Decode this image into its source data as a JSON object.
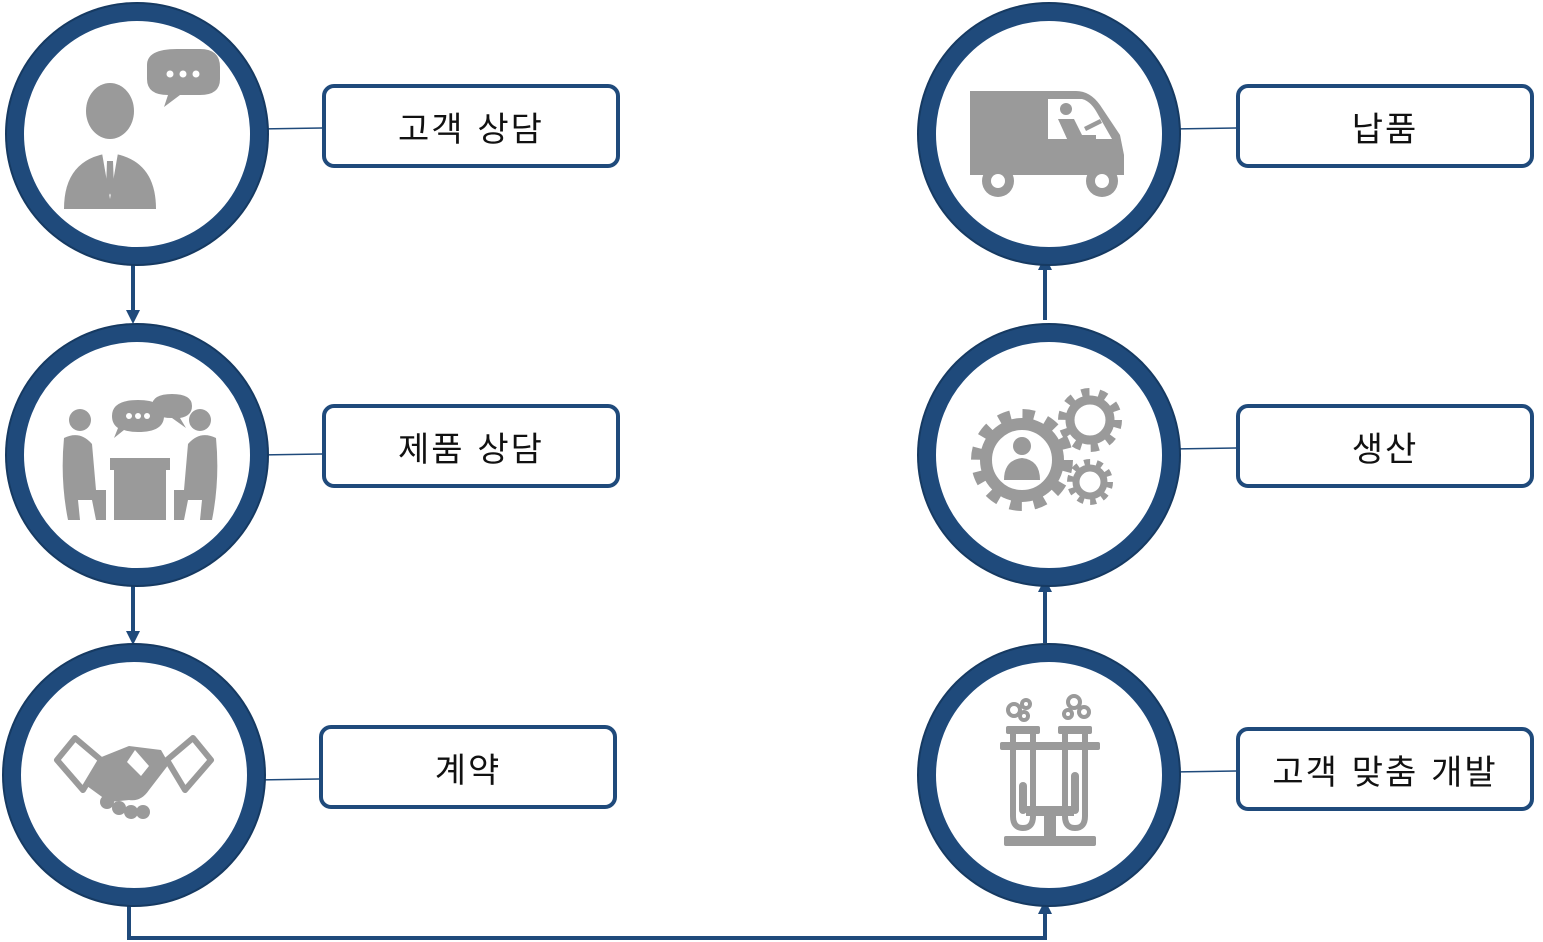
{
  "colors": {
    "accent": "#1f4a7b",
    "icon": "#9a9a9a"
  },
  "steps": [
    {
      "label": "고객 상담",
      "icon": "consultant-icon"
    },
    {
      "label": "제품 상담",
      "icon": "meeting-icon"
    },
    {
      "label": "계약",
      "icon": "handshake-icon"
    },
    {
      "label": "고객 맞춤 개발",
      "icon": "test-tubes-icon"
    },
    {
      "label": "생산",
      "icon": "gears-icon"
    },
    {
      "label": "납품",
      "icon": "delivery-truck-icon"
    }
  ]
}
